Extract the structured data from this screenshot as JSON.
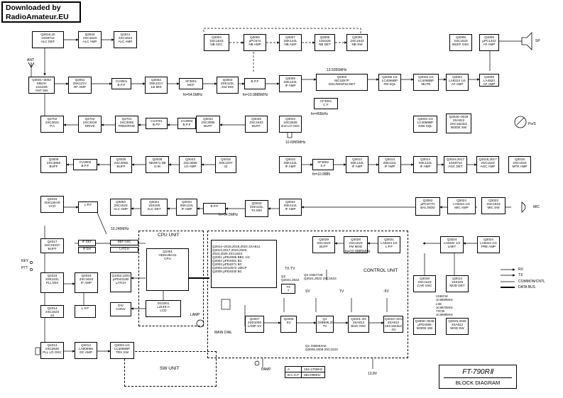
{
  "badge": {
    "line1": "Downloaded by",
    "line2": "RadioAmateur.EU"
  },
  "title": {
    "model": "FT-790RⅡ",
    "subtitle": "BLOCK DIAGRAM"
  },
  "units": {
    "cpu": "CPU UNIT",
    "control": "CONTROL UNIT",
    "sw": "SW UNIT"
  },
  "labels": {
    "ant": "ANT",
    "sp": "SP",
    "mic": "MIC",
    "po_s": "Po/S",
    "key": "KEY",
    "ptt": "PTT",
    "lamp_top": "LAMP",
    "lamp_bot": "LAMP",
    "main_dial": "MAIN DIAL",
    "f54_1": "fo=54.5MHz",
    "f10_1": "fo=10.9885MHz",
    "f455": "fo=455kHz",
    "f13_5": "13.5355MHz",
    "f10_69": "10.6955MHz",
    "f10_2": "fo=10.9885",
    "f54_2": "fo=54.5MHz",
    "f10_3": "fo=10.9885MHz",
    "f10_245": "10.245MHz",
    "txtv": "TX·TV",
    "sv": "SV",
    "tv": "TV",
    "minus5v": "-5V",
    "v13_8": "13.8V",
    "usb": "USB/CW\n10.9900MHz",
    "lsb": "LSB\n10.9870MHz",
    "txcw": "TXCW\n10.9889MHz",
    "q2_tx": "Q2  2SB772E\nQ2021,2022  2SC1623",
    "q1_bot": "Q1   2SB564AK\nQ2008,2009  2SC1623",
    "q2tx_blk_lbl": "Q2\nQ2021,2022"
  },
  "legend": [
    {
      "label": "RX"
    },
    {
      "label": "TX"
    },
    {
      "label": "COMMON/CNTL"
    },
    {
      "label": "DATA BUS"
    }
  ],
  "freq_table": [
    {
      "k": "A",
      "v": "154.170MHz"
    },
    {
      "k": "B.C.X.F",
      "v": "583.09MHz"
    }
  ],
  "parts_list": [
    "Q2014~2016,2019,2023  2SA812",
    "Q2013,2017,2018,2020,",
    "2024,2025  2SC1623",
    "Q2001  μPD4066 BBC 1/4",
    "Q2002  μPD4081 BC",
    "Q2003  μPD4071 BC",
    "Q2004  HD14572 UBCP",
    "Q2005  μPD4030 BC"
  ],
  "blocks": [
    {
      "id": "b1",
      "t": "Q3019,20\n1SS97x2\nALC DET"
    },
    {
      "id": "b2",
      "t": "Q3040\n2SC1623\nALC AMP"
    },
    {
      "id": "b3",
      "t": "Q3041\n2SC1623\nALC AMP"
    },
    {
      "id": "b4",
      "t": "Q3004\n2SC1623\nNB AGC"
    },
    {
      "id": "b5",
      "t": "Q3005\nμPC574\nNB AMP"
    },
    {
      "id": "b6",
      "t": "Q3007\n3SK122L\nNB AMP"
    },
    {
      "id": "b7",
      "t": "Q3005\n1SS226\nNB DET"
    },
    {
      "id": "b8",
      "t": "Q3008\n2SC1623\nNB SW"
    },
    {
      "id": "b9",
      "t": "Q4008\n2SC1623\nBEEP OSC"
    },
    {
      "id": "b10",
      "t": "Q4009\nμPC1402\nAF AMP"
    },
    {
      "id": "b11",
      "t": "Q3001~3003\nMD2H\n1SS226\nANT SW"
    },
    {
      "id": "b12",
      "t": "Q3001\n3SK121Y\nRF AMP"
    },
    {
      "id": "b13",
      "t": "CV3001\nB.P.F"
    },
    {
      "id": "b14",
      "t": "Q3002\n3SK121Y\n1st MIX"
    },
    {
      "id": "b15",
      "t": "XF3001\nMCF"
    },
    {
      "id": "b16",
      "t": "Q3003\n3SK122L\n2nd MIX"
    },
    {
      "id": "b17",
      "t": "B.P.F"
    },
    {
      "id": "b18",
      "t": "Q3009\n3SK122L\nIF AMP"
    },
    {
      "id": "b19",
      "t": "Q4002\nMC3357P\nOSC/MIX/FM DET"
    },
    {
      "id": "b20",
      "t": "Q4005  1/4\nLC4066BP\nFM SQL"
    },
    {
      "id": "b21",
      "t": "Q4004  1/4\nLC4066BP\nMUTE"
    },
    {
      "id": "b22",
      "t": "Q4003\nLA8324 1/4\nAF AMP"
    },
    {
      "id": "b23",
      "t": "Q4009\nLA4520\nAF AMP"
    },
    {
      "id": "b24",
      "t": "CF4001\nC.F"
    },
    {
      "id": "b25",
      "t": "Q4702\n2SC3021\nP.A"
    },
    {
      "id": "b26",
      "t": "Q4702\n2SC3019\nDRIVE"
    },
    {
      "id": "b27",
      "t": "Q4701\n2SC3055\nPREDRIVE"
    },
    {
      "id": "b28",
      "t": "CV4701\nB.P.F"
    },
    {
      "id": "b29",
      "t": "CV3003\nB.P.F"
    },
    {
      "id": "b30",
      "t": "Q3042\n2SC3055\nBUFF"
    },
    {
      "id": "b31",
      "t": "Q3045\n2SC1623\nBUFF"
    },
    {
      "id": "b32",
      "t": "Q3044\n2SC2626\n2nd LO OSC"
    },
    {
      "id": "b33",
      "t": "Q4004  1/4\nLC4066BP\nSSB SQL"
    },
    {
      "id": "b34",
      "t": "Q3026~3029\n2SA812\n2SC1623x2\nMODE SW"
    },
    {
      "id": "b35",
      "t": "Q3006\n2SC3055\nBUFF"
    },
    {
      "id": "b36",
      "t": "CV3002\nB.P.F"
    },
    {
      "id": "b37",
      "t": "Q3036\n2SC3055\nBUFF"
    },
    {
      "id": "b38",
      "t": "Q3038\nND4971-3B\nD.M"
    },
    {
      "id": "b39",
      "t": "Q3043\n2SC3055\nLO AMP"
    },
    {
      "id": "b40",
      "t": "Q4015\n3SK120Y\nx2"
    },
    {
      "id": "b41",
      "t": "Q3010\n3SK122L\nIF AMP"
    },
    {
      "id": "b42",
      "t": "XF3002\nX.F"
    },
    {
      "id": "b43",
      "t": "Q3012\n3SK122L\nIF AMP"
    },
    {
      "id": "b44",
      "t": "Q3013\n3SK122L\nIF AMP"
    },
    {
      "id": "b45",
      "t": "Q3014\n3SK122L\nIF AMP"
    },
    {
      "id": "b46",
      "t": "Q3016,3017\n1SS97x2\nAGC DET"
    },
    {
      "id": "b47",
      "t": "Q3015,3017\n2SC1623\nAGC AMP"
    },
    {
      "id": "b48",
      "t": "Q3018\n2SC1623\nMTR AMP"
    },
    {
      "id": "b49",
      "t": "Q4015\n3SK120AR\nVCO"
    },
    {
      "id": "b50",
      "t": "L.P.F"
    },
    {
      "id": "b51",
      "t": "Q3053\n2SC1623\nALC AMP"
    },
    {
      "id": "b52",
      "t": "Q3024\n1SS106\nALC DET"
    },
    {
      "id": "b53",
      "t": "Q3034\n3SK122L\nIF AMP"
    },
    {
      "id": "b54",
      "t": "B.P.F"
    },
    {
      "id": "b55",
      "t": "Q3033\n3SK122L\nTX MIX"
    },
    {
      "id": "b56",
      "t": "Q3032\n3SK122L\nIF AMP"
    },
    {
      "id": "b57",
      "t": "Q3052\nμPC577H\nBAL MOD"
    },
    {
      "id": "b58",
      "t": "Q3024\nLA8324 1/4\nMIC AMP"
    },
    {
      "id": "b59",
      "t": "Q3023\n2SC1623\nMIC SW"
    },
    {
      "id": "b60",
      "t": "Q4017\n2SC1623Y\nBUFF"
    },
    {
      "id": "b61",
      "t": "IF DET"
    },
    {
      "id": "b62",
      "t": "IF DIV"
    },
    {
      "id": "b63",
      "t": "REF OSC"
    },
    {
      "id": "b64",
      "t": "LATCH"
    },
    {
      "id": "b65",
      "t": "Q1001\nHD6139A41\nCPU"
    },
    {
      "id": "b66",
      "t": "Q3029\n2SC1623\nBUFF"
    },
    {
      "id": "b67",
      "t": "Q3028\n2SC1623\nFM MOD"
    },
    {
      "id": "b68",
      "t": "Q3021\nLA8324 1/4\nL.P.F"
    },
    {
      "id": "b69",
      "t": "Q3024\nLA8324 1/4\nLIMIT"
    },
    {
      "id": "b70",
      "t": "Q3024\nLA8324 1/4\nPRE AMP"
    },
    {
      "id": "b71",
      "t": "Q4016\n3SK122L\nPLL MIX"
    },
    {
      "id": "b72",
      "t": "Q4019\n2SC1623\nIF AMP"
    },
    {
      "id": "b73",
      "t": "Q1002,1003\nμPD4312B\nLATCH"
    },
    {
      "id": "b74",
      "t": "DIV\nCONV"
    },
    {
      "id": "b75",
      "t": "DS1001\nL3149-A\nLCD"
    },
    {
      "id": "b76",
      "t": "Q3049\n2SC1623\nCAR OSC"
    },
    {
      "id": "b77",
      "t": "Q3013\n1SS226\nMOD DET"
    },
    {
      "id": "b78",
      "t": "Q4014\n2SC1623\nx3"
    },
    {
      "id": "b79",
      "t": "L.P.F"
    },
    {
      "id": "b80",
      "t": "Q2007\n2SD1093\nLAMP SV"
    },
    {
      "id": "b81",
      "t": "Q2006\nSV"
    },
    {
      "id": "b82",
      "t": "Q1\n2SB596,2008\nTV"
    },
    {
      "id": "b83",
      "t": "Q2001 3/4\n2SA812\nBUS OSC"
    },
    {
      "id": "b84",
      "t": "Q2010~2012\n2SA812\n2SC1623x2\n-4V"
    },
    {
      "id": "b85",
      "t": "Q3050~3048\nμPD4066\nMODE SW"
    },
    {
      "id": "b86",
      "t": "Q3025,3026\n2SA812\nMOD SW"
    },
    {
      "id": "b87",
      "t": "Q4013\n2SC2620\nPLL LO OSC"
    },
    {
      "id": "b88",
      "t": "Q4012\nLA8069M\nDC AMP"
    },
    {
      "id": "b89",
      "t": "Q4004  1/4\nLC4066BP\nTRX SW"
    },
    {
      "id": "b90",
      "t": "TX\n?"
    }
  ]
}
